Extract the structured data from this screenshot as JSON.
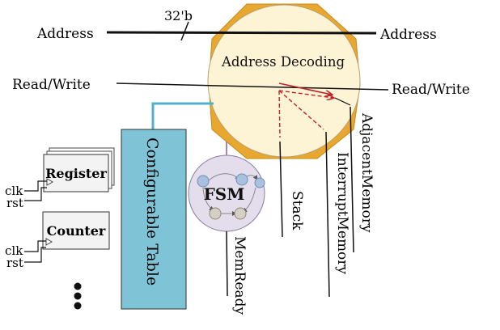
{
  "labels": {
    "address_left": "Address",
    "address_right": "Address",
    "bus_width": "32'b",
    "read_write_left": "Read/Write",
    "read_write_right": "Read/Write",
    "address_decoding": "Address Decoding",
    "configurable_table": "Configurable Table",
    "fsm": "FSM",
    "mem_ready": "MemReady",
    "stack": "Stack",
    "interrupt_memory": "InterruptMemory",
    "adjacent_memory": "AdjacentMemory",
    "register": "Register",
    "counter": "Counter",
    "clk_1": "clk",
    "rst_1": "rst",
    "clk_2": "clk",
    "rst_2": "rst"
  },
  "icons": {
    "ellipsis": "vertical-dots-icon"
  },
  "colors": {
    "decoder_fill": "#FDF3D5",
    "decoder_edge": "#E8A830",
    "table_fill": "#7EC3D6",
    "table_link": "#4FB2CB",
    "fsm_fill": "#E4DDEC",
    "fsm_node": "#A9C1DF",
    "fsm_node_alt": "#D6D0C4",
    "arrow_red": "#C0222A",
    "line": "#111111"
  }
}
